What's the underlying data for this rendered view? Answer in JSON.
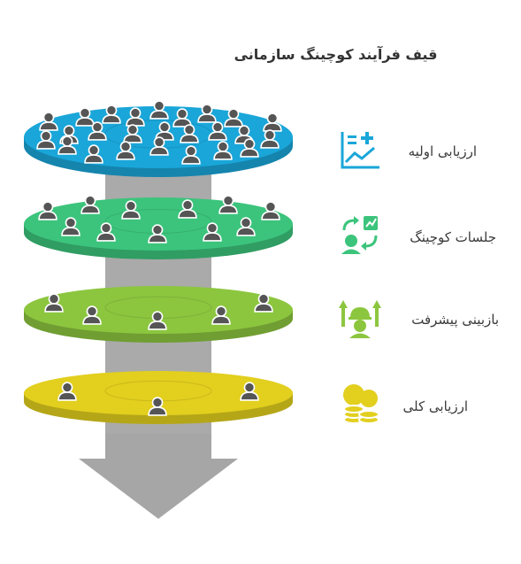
{
  "title": "قیف فرآیند کوچینگ سازمانی",
  "stages": [
    {
      "label": "ارزیابی اولیه",
      "icon": "chart-plus-icon",
      "color": "#1AA6D9"
    },
    {
      "label": "جلسات کوچینگ",
      "icon": "coaching-session-icon",
      "color": "#3CC47C"
    },
    {
      "label": "بازبینی پیشرفت",
      "icon": "progress-review-icon",
      "color": "#8CC63F"
    },
    {
      "label": "ارزیابی کلی",
      "icon": "coins-stack-icon",
      "color": "#E2CF1E"
    }
  ],
  "colors": {
    "column": "#AAAAAA",
    "arrow": "#A6A6A6",
    "person": "#555555"
  }
}
